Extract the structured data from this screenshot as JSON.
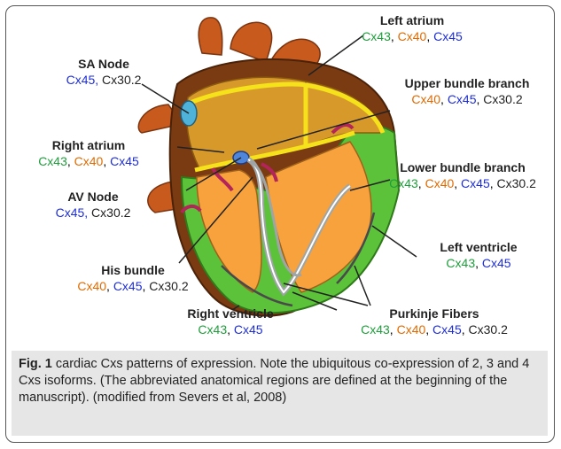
{
  "labels": {
    "left_atrium": {
      "title": "Left atrium",
      "cx": [
        "Cx43",
        "Cx40",
        "Cx45"
      ]
    },
    "sa_node": {
      "title": "SA Node",
      "cx": [
        "Cx45",
        "Cx30.2"
      ]
    },
    "upper_bundle": {
      "title": "Upper bundle branch",
      "cx": [
        "Cx40",
        "Cx45",
        "Cx30.2"
      ]
    },
    "right_atrium": {
      "title": "Right atrium",
      "cx": [
        "Cx43",
        "Cx40",
        "Cx45"
      ]
    },
    "lower_bundle": {
      "title": "Lower bundle branch",
      "cx": [
        "Cx43",
        "Cx40",
        "Cx45",
        "Cx30.2"
      ]
    },
    "av_node": {
      "title": "AV Node",
      "cx": [
        "Cx45",
        "Cx30.2"
      ]
    },
    "left_ventricle": {
      "title": "Left ventricle",
      "cx": [
        "Cx43",
        "Cx45"
      ]
    },
    "his_bundle": {
      "title": "His bundle",
      "cx": [
        "Cx40",
        "Cx45",
        "Cx30.2"
      ]
    },
    "right_ventricle": {
      "title": "Right ventricle",
      "cx": [
        "Cx43",
        "Cx45"
      ]
    },
    "purkinje": {
      "title": "Purkinje Fibers",
      "cx": [
        "Cx43",
        "Cx40",
        "Cx45",
        "Cx30.2"
      ]
    }
  },
  "connexin_colors": {
    "Cx43": "#1e9e3a",
    "Cx40": "#e06a00",
    "Cx45": "#1d2ed8",
    "Cx30.2": "#222222"
  },
  "caption": {
    "label": "Fig. 1",
    "text": " cardiac Cxs patterns of expression. Note the ubiquitous co-expression of 2, 3 and 4 Cxs isoforms. (The abbreviated anatomical regions are defined at the beginning of the manuscript). (modified from Severs et al, 2008)"
  }
}
